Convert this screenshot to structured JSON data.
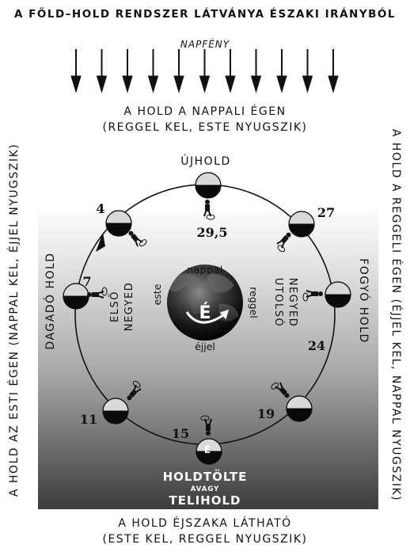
{
  "title": "A FÖLD–HOLD RENDSZER LÁTVÁNYA ÉSZAKI IRÁNYBÓL",
  "sunlight_label": "NAPFÉNY",
  "top_caption": [
    "A HOLD A NAPPALI ÉGEN",
    "(REGGEL KEL, ESTE NYUGSZIK)"
  ],
  "bottom_caption": [
    "A HOLD ÉJSZAKA LÁTHATÓ",
    "(ESTE KEL, REGGEL NYUGSZIK)"
  ],
  "left_caption": "A HOLD AZ ESTI ÉGEN (NAPPAL KEL, ÉJJEL NYUGSZIK)",
  "right_caption": "A HOLD A REGGELI ÉGEN (ÉJJEL KEL, NAPPAL NYUGSZIK)",
  "phases": {
    "new_moon": "ÚJHOLD",
    "waxing": "DAGADÓ HOLD",
    "waning": "FOGYÓ HOLD",
    "first_quarter": [
      "ELSŐ",
      "NEGYED"
    ],
    "last_quarter": [
      "UTOLSÓ",
      "NEGYED"
    ],
    "full_moon": [
      "HOLDTÖLTE",
      "AVAGY",
      "TELIHOLD"
    ]
  },
  "earth": {
    "letter": "É",
    "day": "nappal",
    "night": "éjjel",
    "evening": "este",
    "morning": "reggel"
  },
  "full_moon_letter": "É",
  "day_numbers": {
    "d4": "4",
    "d7": "7",
    "d11": "11",
    "d15": "15",
    "d19": "19",
    "d24": "24",
    "d27": "27",
    "d29": "29,5"
  },
  "colors": {
    "background_top": "#ffffff",
    "background_bottom": "#3c3c3c",
    "ink": "#111111",
    "moon_light": "#d9d9d9",
    "moon_dark": "#0a0a0a"
  }
}
